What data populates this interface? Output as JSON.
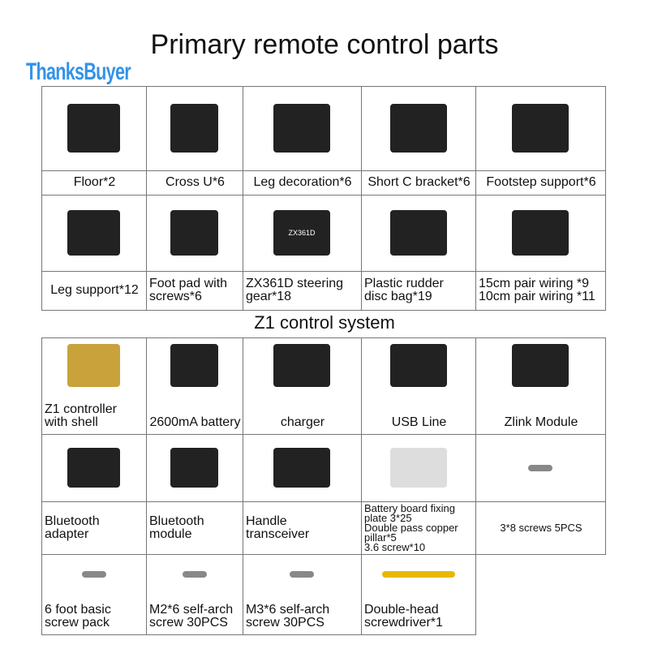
{
  "title": "Primary remote control parts",
  "logo_text": "ThanksBuyer",
  "section2_title": "Z1 control system",
  "primary_parts": [
    {
      "label": "Floor*2",
      "icon": "floor-plate"
    },
    {
      "label": "Cross U*6",
      "icon": "cross-u-bracket"
    },
    {
      "label": "Leg decoration*6",
      "icon": "leg-decoration"
    },
    {
      "label": "Short C bracket*6",
      "icon": "c-bracket"
    },
    {
      "label": "Footstep support*6",
      "icon": "footstep-support"
    },
    {
      "label": "Leg support*12",
      "icon": "leg-support"
    },
    {
      "label": "Foot pad with\nscrews*6",
      "icon": "foot-pad"
    },
    {
      "label": "ZX361D steering\ngear*18",
      "icon": "servo",
      "chip": "ZX361D"
    },
    {
      "label": "Plastic rudder\ndisc bag*19",
      "icon": "rudder-disc"
    },
    {
      "label": "15cm pair wiring *9\n10cm pair wiring *11",
      "icon": "wiring"
    }
  ],
  "control_parts": [
    {
      "label": "Z1 controller\nwith shell",
      "icon": "controller-board"
    },
    {
      "label": "2600mA battery",
      "icon": "battery"
    },
    {
      "label": "charger",
      "icon": "charger"
    },
    {
      "label": "USB Line",
      "icon": "usb-cable"
    },
    {
      "label": "Zlink Module",
      "icon": "zlink-module"
    },
    {
      "label": "Bluetooth\nadapter",
      "icon": "bluetooth-adapter"
    },
    {
      "label": "Bluetooth\nmodule",
      "icon": "bluetooth-module"
    },
    {
      "label": "Handle\ntransceiver",
      "icon": "gamepad"
    },
    {
      "label": "Battery board fixing\nplate 3*25\nDouble pass copper\npillar*5\n3.6 screw*10",
      "icon": "fixing-plate"
    },
    {
      "label": "3*8 screws 5PCS",
      "icon": "screw"
    },
    {
      "label": "6 foot basic\nscrew pack",
      "icon": "screw"
    },
    {
      "label": "M2*6 self-arch\nscrew 30PCS",
      "icon": "screw"
    },
    {
      "label": "M3*6 self-arch\nscrew 30PCS",
      "icon": "screw"
    },
    {
      "label": "Double-head\nscrewdriver*1",
      "icon": "screwdriver"
    }
  ]
}
